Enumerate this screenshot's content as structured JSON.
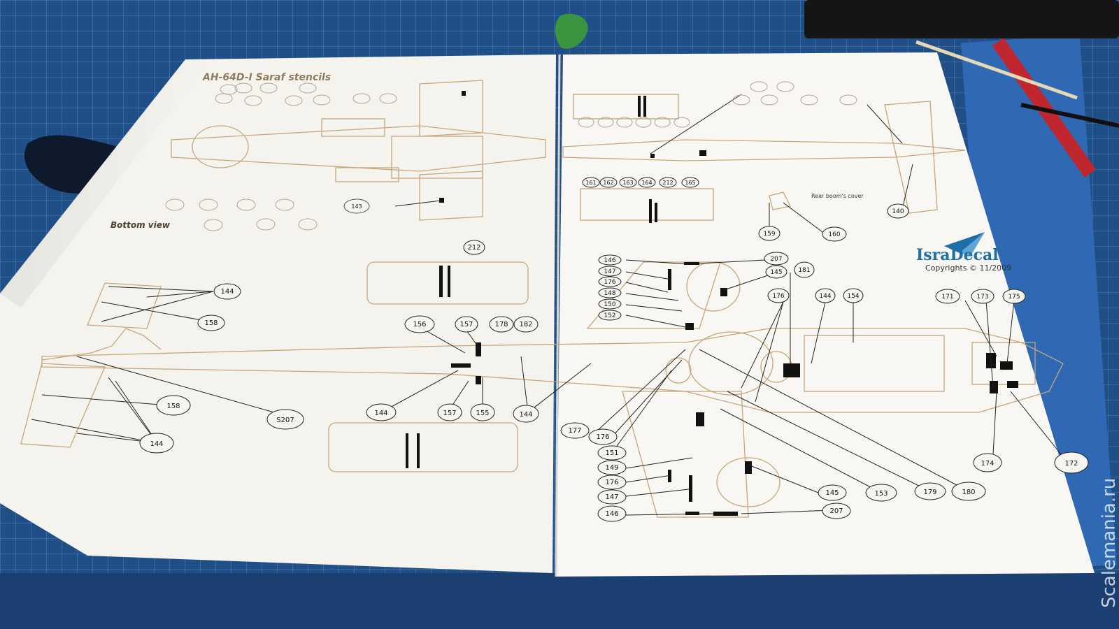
{
  "sheet_title": "AH-64D-I Saraf stencils",
  "bottom_view_label": "Bottom view",
  "brand": {
    "name": "IsraDecal",
    "copyright": "Copyrights © 11/2009"
  },
  "rear_boom_note": "Rear boom's cover",
  "watermark": "Scalemania.ru",
  "callouts": {
    "c212_top": "212",
    "c144_a": "144",
    "c158_a": "158",
    "c156": "156",
    "c157_a": "157",
    "c178": "178",
    "c182": "182",
    "c158_b": "158",
    "c144_b": "144",
    "c207_left": "S207",
    "c144_c": "144",
    "c157_b": "157",
    "c155": "155",
    "c144_d": "144",
    "c143": "143",
    "c159": "159",
    "c160": "160",
    "c140": "140",
    "c146_a": "146",
    "c147_a": "147",
    "c176_a": "176",
    "c148": "148",
    "c150": "150",
    "c152": "152",
    "c207_a": "207",
    "c145_a": "145",
    "c181": "181",
    "c176_b": "176",
    "c144_e": "144",
    "c154": "154",
    "c171": "171",
    "c173": "173",
    "c175": "175",
    "c177": "177",
    "c176_c": "176",
    "c151": "151",
    "c149": "149",
    "c176_d": "176",
    "c147_b": "147",
    "c146_b": "146",
    "c145_b": "145",
    "c207_b": "207",
    "c153": "153",
    "c179": "179",
    "c180": "180",
    "c174": "174",
    "c172": "172",
    "c161": "161",
    "c162": "162",
    "c163": "163",
    "c164": "164",
    "c212_b": "212",
    "c165": "165"
  },
  "colors": {
    "mat": "#1f4f86",
    "paper": "#f7f6f1",
    "line_art": "#c8a678",
    "ink": "#111111",
    "brand_blue": "#1d6fa8"
  }
}
